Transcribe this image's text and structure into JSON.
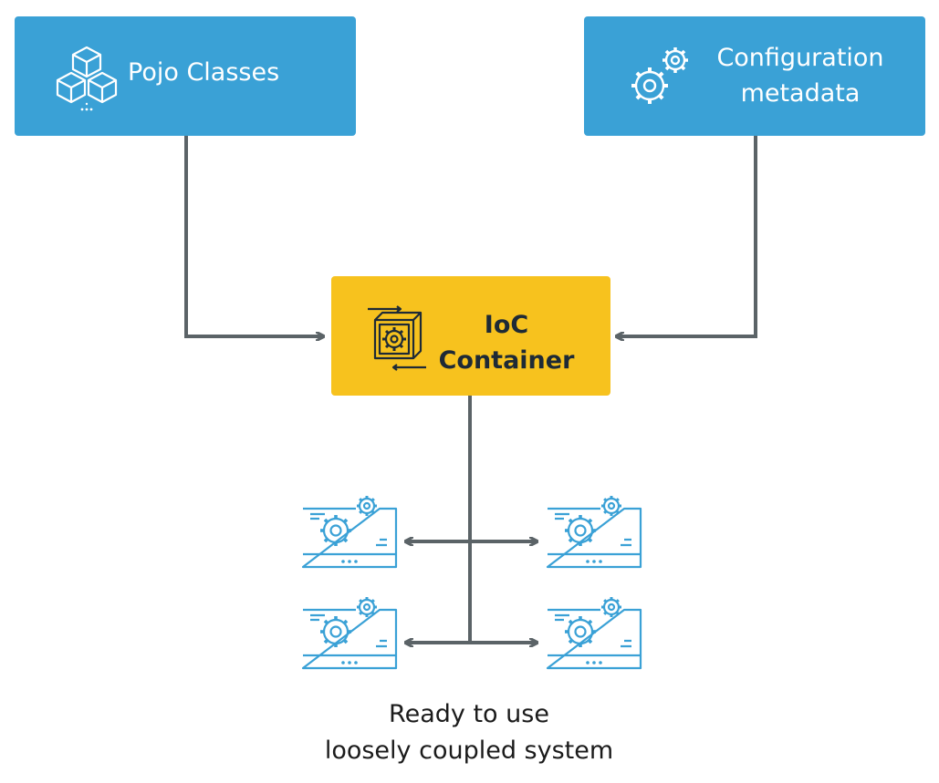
{
  "boxes": {
    "pojo": {
      "label": "Pojo Classes",
      "icon": "cubes-icon",
      "color": "#3aa1d6"
    },
    "config": {
      "label_line1": "Configuration",
      "label_line2": "metadata",
      "icon": "gears-icon",
      "color": "#3aa1d6"
    },
    "ioc": {
      "label_line1": "IoC",
      "label_line2": "Container",
      "icon": "container-gear-icon",
      "color": "#f7c21e"
    }
  },
  "components": [
    {
      "icon": "machine-gear-icon"
    },
    {
      "icon": "machine-gear-icon"
    },
    {
      "icon": "machine-gear-icon"
    },
    {
      "icon": "machine-gear-icon"
    }
  ],
  "caption": {
    "line1": "Ready to use",
    "line2": "loosely coupled system"
  },
  "colors": {
    "connector": "#5b6367",
    "icon_outline": "#3aa1d6",
    "box_text": "#ffffff"
  }
}
